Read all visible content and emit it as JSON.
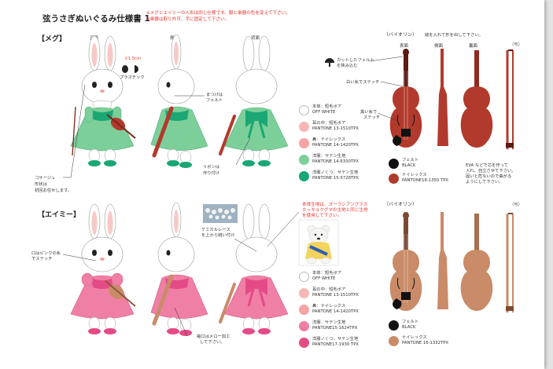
{
  "title": "弦うさぎぬいぐるみ仕様書 1",
  "notes_top": [
    "※メグとエイミーの人形は同じ仕様です。服と楽器の色を変えて下さい。",
    "※楽器は取り外可、手に固定して下さい。"
  ],
  "meg": {
    "label": "【メグ】",
    "views": [
      "正面",
      "側面",
      "背面"
    ],
    "ann_eye_size": "①1.5cm",
    "ann_plastic": "プラスチック",
    "ann_lashes": [
      "まつげは",
      "フェルト"
    ],
    "ann_cosage": [
      "コサージュ",
      "形状は",
      "初回お任せします。"
    ],
    "ann_ribbon": [
      "リボンは",
      "作り付け"
    ],
    "colors": {
      "dress_light": "#7dcf9a",
      "dress_dark": "#1aa774",
      "pink": "#f7b7b4",
      "nose": "#f3a3a6"
    },
    "materials": [
      {
        "name": "本体：短毛ボア",
        "code": "OFF WHITE",
        "color": "#ffffff"
      },
      {
        "name": "耳の中：短毛ボア",
        "code": "PANTONE 13-1510TPX",
        "color": "#f7b7b4"
      },
      {
        "name": "鼻：ナイレックス",
        "code": "PANTONE 14-1420TPX",
        "color": "#f6a3a3"
      },
      {
        "name": "洋服：サテン生地",
        "code": "PANTONE 14-6330TPX",
        "color": "#7dcf9a"
      },
      {
        "name": "洋服ノくつ：サテン生地",
        "code": "PANTONE 15-5728TPX",
        "color": "#1aa774"
      }
    ]
  },
  "violin_meg": {
    "label": "（バイオリン）",
    "note": "縫を入れて形を出して下さい。",
    "views": [
      "表面",
      "側面",
      "裏面"
    ],
    "bow_label": "（弓）",
    "ann_felt_cut": [
      "カットしたフェルト",
      "を挟み込む"
    ],
    "ann_white_stitch": "白い糸でステッチ",
    "ann_black_stitch": [
      "黒い糸で",
      "ステッチ"
    ],
    "bow_note": [
      "EVA などで芯を作って",
      "入れ、自立させて下さい。",
      "固いと危ないので曲がる",
      "ようにして下さい。"
    ],
    "materials": [
      {
        "name": "フェルト",
        "code": "BLACK",
        "color": "#111111"
      },
      {
        "name": "ナイレックス",
        "code": "PANTONE18-1350 TPX",
        "color": "#b23a2c"
      }
    ]
  },
  "amy": {
    "label": "【エイミー】",
    "red_note": [
      "本体生地は、ズーラシアンブラス",
      "ホッキョクグマの生地と同じ生地",
      "を使用して下さい。"
    ],
    "ann_lace": [
      "ケミカルレース",
      "を上から縫い付け"
    ],
    "ann_mouth": [
      "口はピンクの糸",
      "でステッチ"
    ],
    "ann_cuff": [
      "袖口はメロー加工",
      "して下さい。"
    ],
    "colors": {
      "dress_light": "#f07fa6",
      "dress_dark": "#e44b86"
    },
    "materials": [
      {
        "name": "本体：短毛ボア",
        "code": "OFF WHITE",
        "color": "#ffffff"
      },
      {
        "name": "耳の中：短毛ボア",
        "code": "PANTONE 13-1510TPX",
        "color": "#f7b7b4"
      },
      {
        "name": "鼻：ナイレックス",
        "code": "PANTONE 14-1420TPX",
        "color": "#f6a3a3"
      },
      {
        "name": "洋服：サテン生地",
        "code": "PANTONE15-1624TPX",
        "color": "#f07fa6"
      },
      {
        "name": "洋服ノくつ：サテン生地",
        "code": "PANTONE17-1930 TPX",
        "color": "#e44b86"
      }
    ]
  },
  "violin_amy": {
    "label": "（バイオリン）",
    "bow_label": "（弓）",
    "materials": [
      {
        "name": "フェルト",
        "code": "BLACK",
        "color": "#111111"
      },
      {
        "name": "ナイレックス",
        "code": "PANTONE 16-1332TPX",
        "color": "#c98b68"
      }
    ]
  }
}
